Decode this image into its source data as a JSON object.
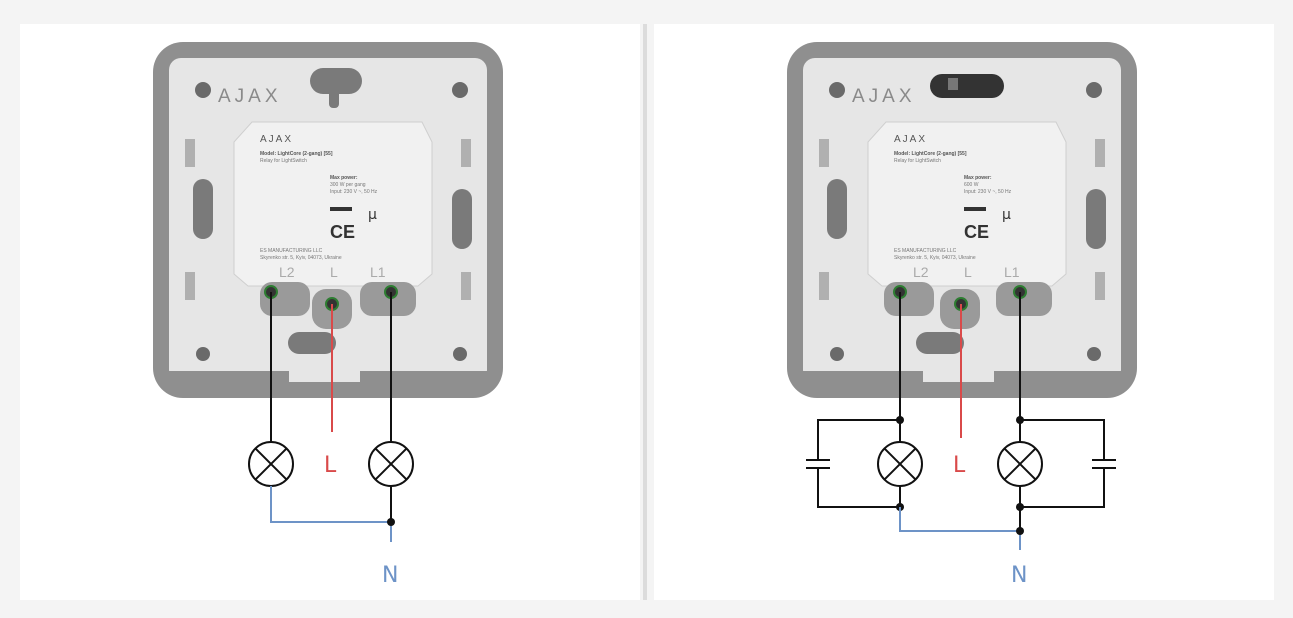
{
  "colors": {
    "live_wire": "#d94a4a",
    "neutral_wire": "#6d93c7",
    "load_wire": "#111111",
    "frame": "#8f8f8f",
    "plate": "#e4e4e4"
  },
  "device": {
    "brand": "AJAX",
    "label_brand": "AJAX",
    "model_line": "Model: LightCore (2-gang) [55]",
    "subtitle_line": "Relay for LightSwitch",
    "max_power_heading": "Max power:",
    "input_line": "Input: 230 V ~, 50 Hz",
    "ce_mark": "CE",
    "mu_mark": "μ",
    "maker_line1": "ES MANUFACTURING LLC",
    "maker_line2": "Skyrenko str. 5, Kyiv, 04073, Ukraine",
    "terminals": [
      "L2",
      "L",
      "L1"
    ]
  },
  "diagrams": [
    {
      "max_power_value": "300 W per gang",
      "live_label": "L",
      "neutral_label": "N",
      "capacitors": false
    },
    {
      "max_power_value": "600 W",
      "live_label": "L",
      "neutral_label": "N",
      "capacitors": true
    }
  ]
}
